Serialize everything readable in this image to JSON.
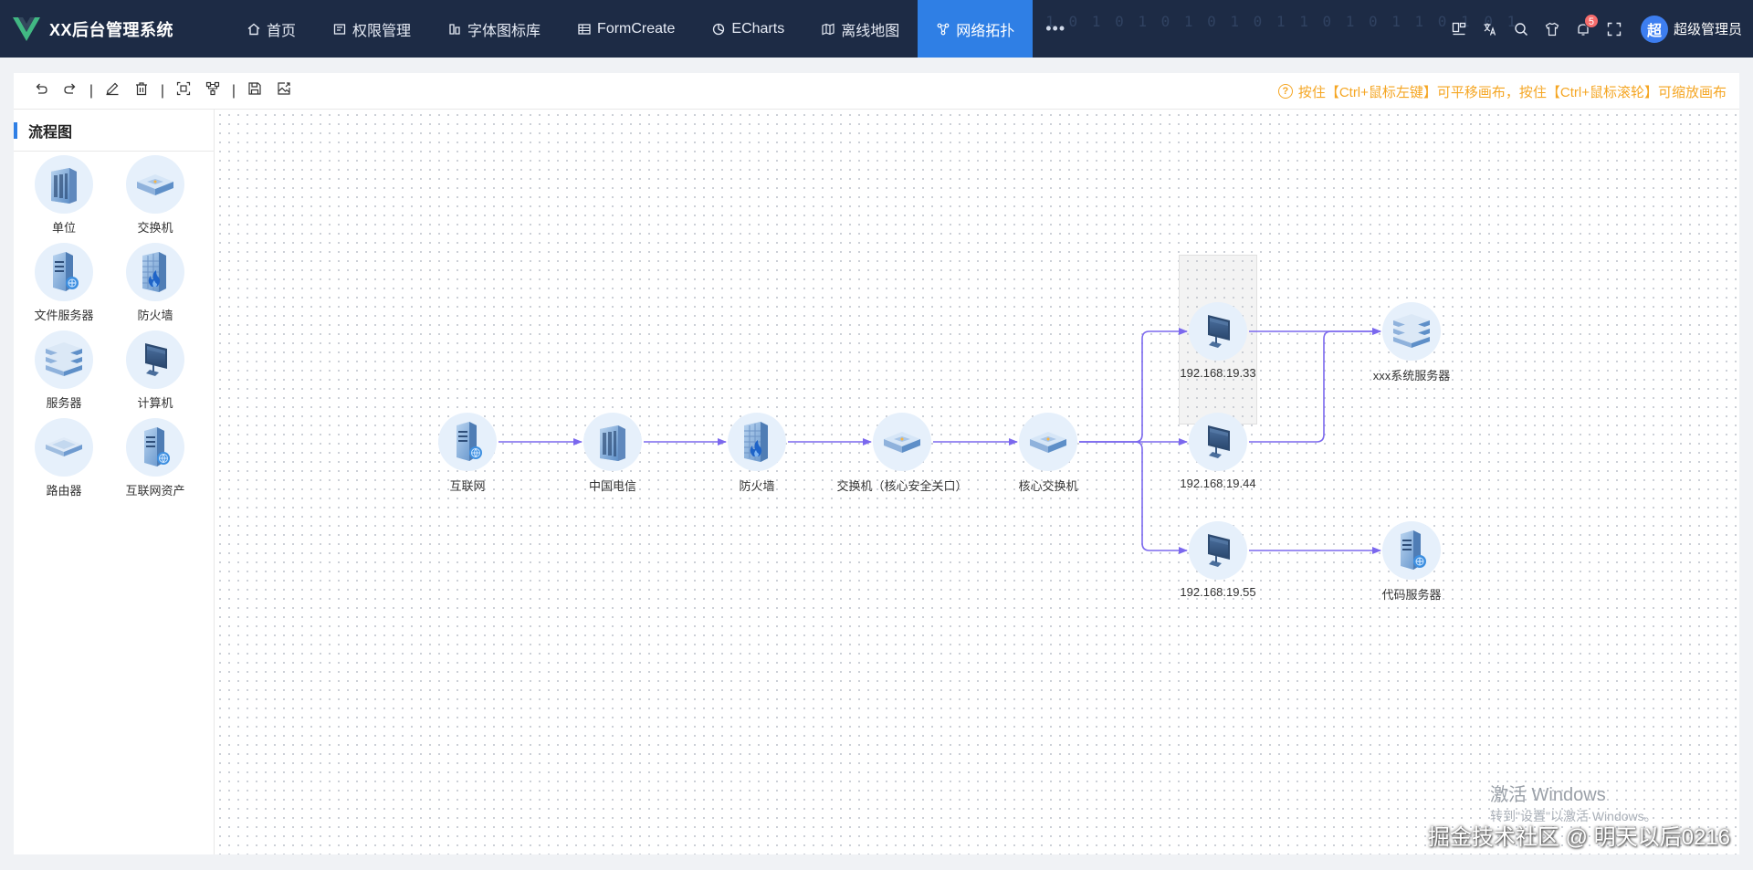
{
  "header": {
    "title": "XX后台管理系统",
    "nav": [
      {
        "label": "首页",
        "icon": "home-icon"
      },
      {
        "label": "权限管理",
        "icon": "permission-icon"
      },
      {
        "label": "字体图标库",
        "icon": "font-icon"
      },
      {
        "label": "FormCreate",
        "icon": "table-icon"
      },
      {
        "label": "ECharts",
        "icon": "chart-icon"
      },
      {
        "label": "离线地图",
        "icon": "map-icon"
      },
      {
        "label": "网络拓扑",
        "icon": "topology-icon",
        "active": true
      }
    ],
    "more": "•••",
    "notification_count": "5",
    "avatar_text": "超",
    "username": "超级管理员"
  },
  "toolbar": {
    "tip_text": "按住【Ctrl+鼠标左键】可平移画布，按住【Ctrl+鼠标滚轮】可缩放画布",
    "sep": "|"
  },
  "sidebar": {
    "title": "流程图",
    "items": [
      {
        "label": "单位",
        "icon": "building-icon"
      },
      {
        "label": "交换机",
        "icon": "switch-icon"
      },
      {
        "label": "文件服务器",
        "icon": "file-server-icon"
      },
      {
        "label": "防火墙",
        "icon": "firewall-icon"
      },
      {
        "label": "服务器",
        "icon": "server-icon"
      },
      {
        "label": "计算机",
        "icon": "computer-icon"
      },
      {
        "label": "路由器",
        "icon": "router-icon"
      },
      {
        "label": "互联网资产",
        "icon": "internet-asset-icon"
      }
    ]
  },
  "graph": {
    "nodes": [
      {
        "id": "n1",
        "label": "互联网",
        "icon": "internet-asset-icon"
      },
      {
        "id": "n2",
        "label": "中国电信",
        "icon": "building-icon"
      },
      {
        "id": "n3",
        "label": "防火墙",
        "icon": "firewall-icon"
      },
      {
        "id": "n4",
        "label": "交换机（核心安全关口）",
        "icon": "switch-icon"
      },
      {
        "id": "n5",
        "label": "核心交换机",
        "icon": "switch-icon"
      },
      {
        "id": "n6",
        "label": "192.168.19.33",
        "icon": "computer-icon"
      },
      {
        "id": "n7",
        "label": "192.168.19.44",
        "icon": "computer-icon"
      },
      {
        "id": "n8",
        "label": "192.168.19.55",
        "icon": "computer-icon"
      },
      {
        "id": "n9",
        "label": "xxx系统服务器",
        "icon": "server-icon"
      },
      {
        "id": "n10",
        "label": "代码服务器",
        "icon": "file-server-icon"
      }
    ],
    "edges": [
      [
        "n1",
        "n2"
      ],
      [
        "n2",
        "n3"
      ],
      [
        "n3",
        "n4"
      ],
      [
        "n4",
        "n5"
      ],
      [
        "n5",
        "n6"
      ],
      [
        "n5",
        "n7"
      ],
      [
        "n5",
        "n8"
      ],
      [
        "n6",
        "n9"
      ],
      [
        "n7",
        "n9"
      ],
      [
        "n8",
        "n10"
      ]
    ],
    "edge_color": "#7b68ee"
  },
  "watermark": {
    "line1": "激活 Windows",
    "line2": "转到\"设置\"以激活 Windows。"
  },
  "credit": "掘金技术社区 @ 明天以后0216",
  "colors": {
    "header_bg": "#1d2b45",
    "active_nav": "#2f7fe5",
    "tip": "#f5a623",
    "accent": "#2f7fe5",
    "node_bg": "#e6f0fb"
  }
}
